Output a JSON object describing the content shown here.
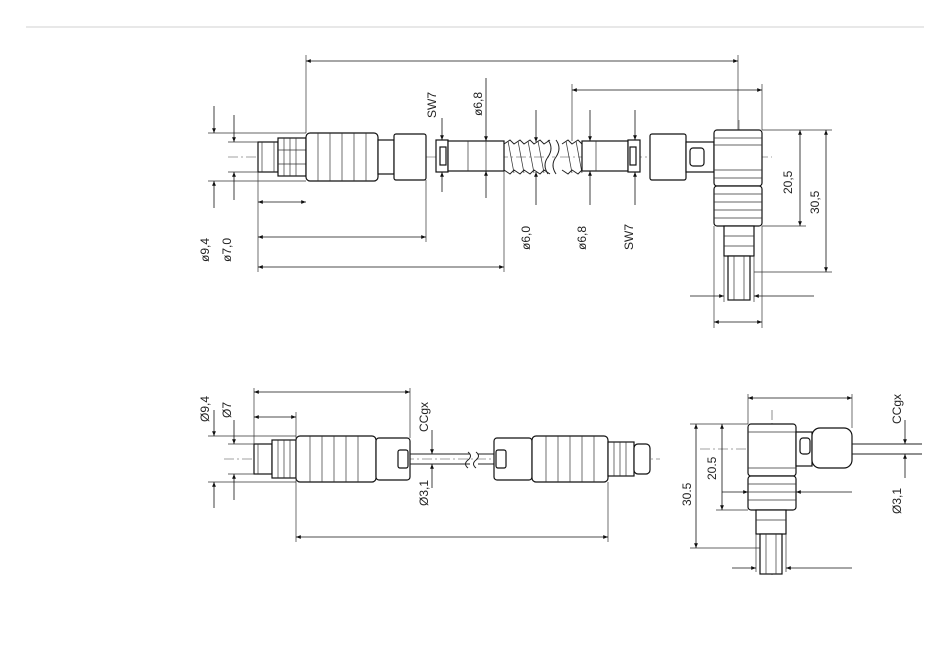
{
  "labels": {
    "sw7": "SW7",
    "d6_8": "ø6,8",
    "d6_0": "ø6,0",
    "d9_4": "ø9,4",
    "d7_0": "ø7,0",
    "h20_5_comma": "20,5",
    "h30_5_comma": "30,5",
    "D9_4": "Ø9,4",
    "D7": "Ø7",
    "ccgx": "CCgx",
    "D3_1": "Ø3,1",
    "h20_5_dot": "20.5",
    "h30_5_dot": "30.5"
  }
}
